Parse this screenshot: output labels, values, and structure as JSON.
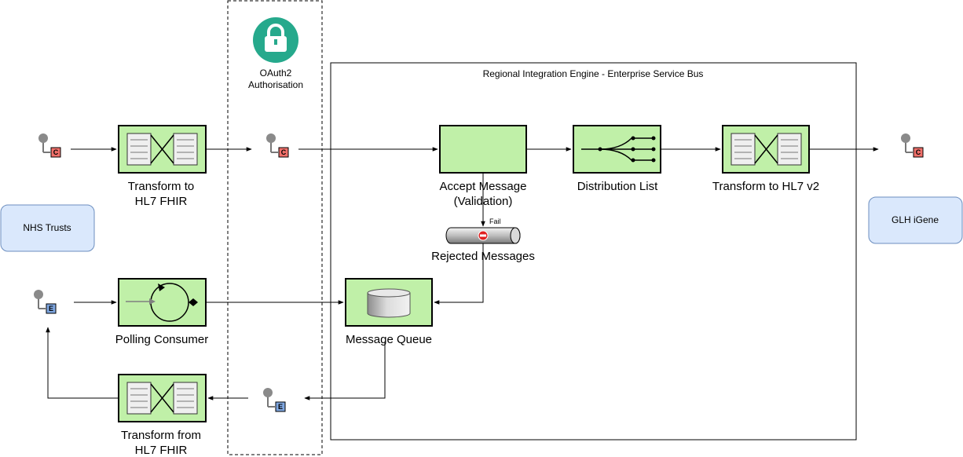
{
  "zones": {
    "oauth_label_line1": "OAuth2",
    "oauth_label_line2": "Authorisation",
    "esb_title": "Regional Integration Engine - Enterprise Service Bus"
  },
  "systems": {
    "nhs_trusts": "NHS Trusts",
    "glh_igene": "GLH iGene"
  },
  "components": {
    "transform_to_fhir_line1": "Transform to",
    "transform_to_fhir_line2": "HL7 FHIR",
    "accept_message_line1": "Accept Message",
    "accept_message_line2": "(Validation)",
    "distribution_list": "Distribution List",
    "transform_to_v2": "Transform to HL7 v2",
    "rejected_messages": "Rejected Messages",
    "fail_label": "Fail",
    "polling_consumer": "Polling Consumer",
    "message_queue": "Message Queue",
    "transform_from_fhir_line1": "Transform from",
    "transform_from_fhir_line2": "HL7 FHIR"
  },
  "endpoint_badges": {
    "channel": "C",
    "event": "E"
  },
  "colors": {
    "component_fill": "#c0f0a8",
    "system_fill": "#dae8fc",
    "system_stroke": "#6c8ebf",
    "lock_green": "#26a98c",
    "channel_badge": "#f0706a",
    "event_badge": "#7ea6e0"
  }
}
